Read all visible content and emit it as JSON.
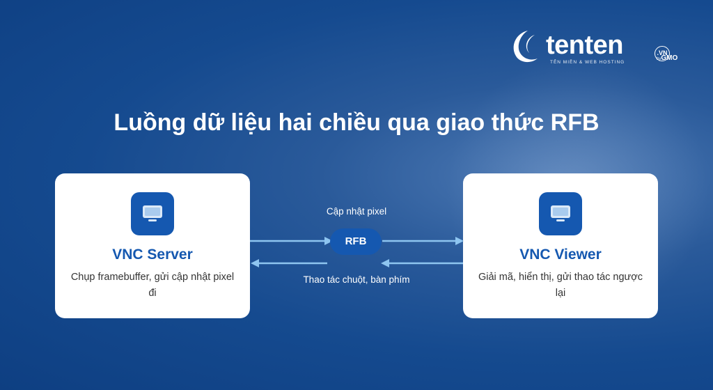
{
  "logo": {
    "word": "tenten",
    "domain_badge": ".VN",
    "tagline": "TÊN MIỀN & WEB HOSTING",
    "by": "by",
    "parent": "GMO"
  },
  "title": "Luồng dữ liệu hai chiều qua giao thức RFB",
  "server": {
    "icon": "monitor-icon",
    "name": "VNC Server",
    "description": "Chụp framebuffer, gửi cập nhật pixel đi"
  },
  "viewer": {
    "icon": "monitor-icon",
    "name": "VNC Viewer",
    "description": "Giải mã, hiển thị, gửi thao tác ngược lại"
  },
  "protocol": {
    "label": "RFB",
    "forward_label": "Cập nhật pixel",
    "backward_label": "Thao tác chuột, bàn phím"
  },
  "colors": {
    "accent": "#1558b0",
    "arrow": "#8ec5f0",
    "background": "#154a8f"
  }
}
